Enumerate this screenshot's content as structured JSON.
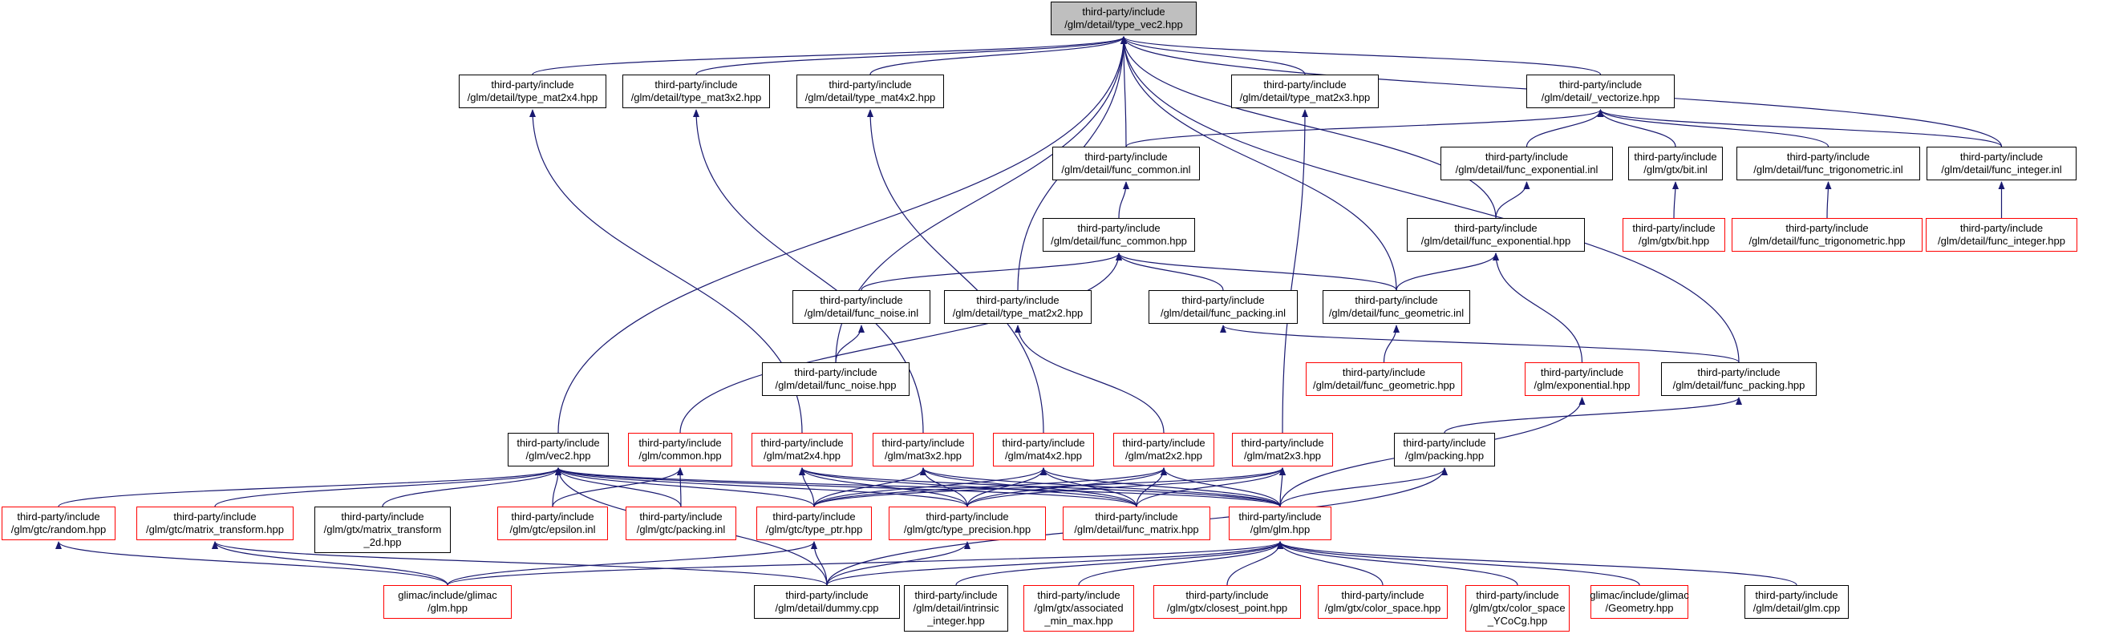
{
  "colors": {
    "edge": "#191970",
    "border_default": "#000000",
    "border_missing": "#ff0000",
    "root_fill": "#bfbfbf"
  },
  "nodes": [
    {
      "id": "root",
      "lines": [
        "third-party/include",
        "/glm/detail/type_vec2.hpp"
      ],
      "style": "gray"
    },
    {
      "id": "m24",
      "lines": [
        "third-party/include",
        "/glm/detail/type_mat2x4.hpp"
      ],
      "style": "black"
    },
    {
      "id": "m32",
      "lines": [
        "third-party/include",
        "/glm/detail/type_mat3x2.hpp"
      ],
      "style": "black"
    },
    {
      "id": "m42",
      "lines": [
        "third-party/include",
        "/glm/detail/type_mat4x2.hpp"
      ],
      "style": "black"
    },
    {
      "id": "m23",
      "lines": [
        "third-party/include",
        "/glm/detail/type_mat2x3.hpp"
      ],
      "style": "black"
    },
    {
      "id": "vect",
      "lines": [
        "third-party/include",
        "/glm/detail/_vectorize.hpp"
      ],
      "style": "black"
    },
    {
      "id": "fcinl",
      "lines": [
        "third-party/include",
        "/glm/detail/func_common.inl"
      ],
      "style": "black"
    },
    {
      "id": "fexpinl",
      "lines": [
        "third-party/include",
        "/glm/detail/func_exponential.inl"
      ],
      "style": "black"
    },
    {
      "id": "gtxbitinl",
      "lines": [
        "third-party/include",
        "/glm/gtx/bit.inl"
      ],
      "style": "black"
    },
    {
      "id": "ftriginl",
      "lines": [
        "third-party/include",
        "/glm/detail/func_trigonometric.inl"
      ],
      "style": "black"
    },
    {
      "id": "fintinl",
      "lines": [
        "third-party/include",
        "/glm/detail/func_integer.inl"
      ],
      "style": "black"
    },
    {
      "id": "fchpp",
      "lines": [
        "third-party/include",
        "/glm/detail/func_common.hpp"
      ],
      "style": "black"
    },
    {
      "id": "fexphpp",
      "lines": [
        "third-party/include",
        "/glm/detail/func_exponential.hpp"
      ],
      "style": "black"
    },
    {
      "id": "gtxbithpp",
      "lines": [
        "third-party/include",
        "/glm/gtx/bit.hpp"
      ],
      "style": "red"
    },
    {
      "id": "ftrighpp",
      "lines": [
        "third-party/include",
        "/glm/detail/func_trigonometric.hpp"
      ],
      "style": "red"
    },
    {
      "id": "finthpp",
      "lines": [
        "third-party/include",
        "/glm/detail/func_integer.hpp"
      ],
      "style": "red"
    },
    {
      "id": "fnoiseinl",
      "lines": [
        "third-party/include",
        "/glm/detail/func_noise.inl"
      ],
      "style": "black"
    },
    {
      "id": "m22",
      "lines": [
        "third-party/include",
        "/glm/detail/type_mat2x2.hpp"
      ],
      "style": "black"
    },
    {
      "id": "fpackinl",
      "lines": [
        "third-party/include",
        "/glm/detail/func_packing.inl"
      ],
      "style": "black"
    },
    {
      "id": "fgeoinl",
      "lines": [
        "third-party/include",
        "/glm/detail/func_geometric.inl"
      ],
      "style": "black"
    },
    {
      "id": "fnoisehpp",
      "lines": [
        "third-party/include",
        "/glm/detail/func_noise.hpp"
      ],
      "style": "black"
    },
    {
      "id": "fgeohpp",
      "lines": [
        "third-party/include",
        "/glm/detail/func_geometric.hpp"
      ],
      "style": "red"
    },
    {
      "id": "exphpp",
      "lines": [
        "third-party/include",
        "/glm/exponential.hpp"
      ],
      "style": "red"
    },
    {
      "id": "fpackhpp",
      "lines": [
        "third-party/include",
        "/glm/detail/func_packing.hpp"
      ],
      "style": "black"
    },
    {
      "id": "vec2",
      "lines": [
        "third-party/include",
        "/glm/vec2.hpp"
      ],
      "style": "black"
    },
    {
      "id": "common",
      "lines": [
        "third-party/include",
        "/glm/common.hpp"
      ],
      "style": "red"
    },
    {
      "id": "mat2x4",
      "lines": [
        "third-party/include",
        "/glm/mat2x4.hpp"
      ],
      "style": "red"
    },
    {
      "id": "mat3x2",
      "lines": [
        "third-party/include",
        "/glm/mat3x2.hpp"
      ],
      "style": "red"
    },
    {
      "id": "mat4x2",
      "lines": [
        "third-party/include",
        "/glm/mat4x2.hpp"
      ],
      "style": "red"
    },
    {
      "id": "mat2x2",
      "lines": [
        "third-party/include",
        "/glm/mat2x2.hpp"
      ],
      "style": "red"
    },
    {
      "id": "mat2x3",
      "lines": [
        "third-party/include",
        "/glm/mat2x3.hpp"
      ],
      "style": "red"
    },
    {
      "id": "packing",
      "lines": [
        "third-party/include",
        "/glm/packing.hpp"
      ],
      "style": "black"
    },
    {
      "id": "random",
      "lines": [
        "third-party/include",
        "/glm/gtc/random.hpp"
      ],
      "style": "red"
    },
    {
      "id": "mtrans",
      "lines": [
        "third-party/include",
        "/glm/gtc/matrix_transform.hpp"
      ],
      "style": "red"
    },
    {
      "id": "mtrans2d",
      "lines": [
        "third-party/include",
        "/glm/gtx/matrix_transform",
        "_2d.hpp"
      ],
      "style": "black"
    },
    {
      "id": "epsilon",
      "lines": [
        "third-party/include",
        "/glm/gtc/epsilon.inl"
      ],
      "style": "red"
    },
    {
      "id": "gtcpack",
      "lines": [
        "third-party/include",
        "/glm/gtc/packing.inl"
      ],
      "style": "red"
    },
    {
      "id": "typeptr",
      "lines": [
        "third-party/include",
        "/glm/gtc/type_ptr.hpp"
      ],
      "style": "red"
    },
    {
      "id": "typeprec",
      "lines": [
        "third-party/include",
        "/glm/gtc/type_precision.hpp"
      ],
      "style": "red"
    },
    {
      "id": "fmatrix",
      "lines": [
        "third-party/include",
        "/glm/detail/func_matrix.hpp"
      ],
      "style": "red"
    },
    {
      "id": "glm",
      "lines": [
        "third-party/include",
        "/glm/glm.hpp"
      ],
      "style": "red"
    },
    {
      "id": "glimacglm",
      "lines": [
        "glimac/include/glimac",
        "/glm.hpp"
      ],
      "style": "red"
    },
    {
      "id": "dummy",
      "lines": [
        "third-party/include",
        "/glm/detail/dummy.cpp"
      ],
      "style": "black"
    },
    {
      "id": "intrinsic",
      "lines": [
        "third-party/include",
        "/glm/detail/intrinsic",
        "_integer.hpp"
      ],
      "style": "black"
    },
    {
      "id": "assoc",
      "lines": [
        "third-party/include",
        "/glm/gtx/associated",
        "_min_max.hpp"
      ],
      "style": "red"
    },
    {
      "id": "closest",
      "lines": [
        "third-party/include",
        "/glm/gtx/closest_point.hpp"
      ],
      "style": "red"
    },
    {
      "id": "colorspace",
      "lines": [
        "third-party/include",
        "/glm/gtx/color_space.hpp"
      ],
      "style": "red"
    },
    {
      "id": "ycocg",
      "lines": [
        "third-party/include",
        "/glm/gtx/color_space",
        "_YCoCg.hpp"
      ],
      "style": "red"
    },
    {
      "id": "geometry",
      "lines": [
        "glimac/include/glimac",
        "/Geometry.hpp"
      ],
      "style": "red"
    },
    {
      "id": "glmcpp",
      "lines": [
        "third-party/include",
        "/glm/detail/glm.cpp"
      ],
      "style": "black"
    }
  ],
  "edges": [
    [
      "m24",
      "root"
    ],
    [
      "m32",
      "root"
    ],
    [
      "m42",
      "root"
    ],
    [
      "m23",
      "root"
    ],
    [
      "vect",
      "root"
    ],
    [
      "fcinl",
      "root"
    ],
    [
      "fintinl",
      "root"
    ],
    [
      "fexphpp",
      "root"
    ],
    [
      "fgeoinl",
      "root"
    ],
    [
      "m22",
      "root"
    ],
    [
      "fnoisehpp",
      "root"
    ],
    [
      "vec2",
      "root"
    ],
    [
      "fpackhpp",
      "root"
    ],
    [
      "fcinl",
      "vect"
    ],
    [
      "fexpinl",
      "vect"
    ],
    [
      "gtxbitinl",
      "vect"
    ],
    [
      "ftriginl",
      "vect"
    ],
    [
      "fintinl",
      "vect"
    ],
    [
      "fchpp",
      "fcinl"
    ],
    [
      "fexphpp",
      "fexpinl"
    ],
    [
      "gtxbithpp",
      "gtxbitinl"
    ],
    [
      "ftrighpp",
      "ftriginl"
    ],
    [
      "finthpp",
      "fintinl"
    ],
    [
      "fnoiseinl",
      "fchpp"
    ],
    [
      "fpackinl",
      "fchpp"
    ],
    [
      "fgeoinl",
      "fchpp"
    ],
    [
      "common",
      "fchpp"
    ],
    [
      "fgeoinl",
      "fexphpp"
    ],
    [
      "exphpp",
      "fexphpp"
    ],
    [
      "fnoisehpp",
      "fnoiseinl"
    ],
    [
      "fgeohpp",
      "fgeoinl"
    ],
    [
      "fpackhpp",
      "fpackinl"
    ],
    [
      "mat2x2",
      "m22"
    ],
    [
      "mat2x4",
      "m24"
    ],
    [
      "mat3x2",
      "m32"
    ],
    [
      "mat4x2",
      "m42"
    ],
    [
      "mat2x3",
      "m23"
    ],
    [
      "glm",
      "exphpp"
    ],
    [
      "packing",
      "fpackhpp"
    ],
    [
      "random",
      "vec2"
    ],
    [
      "mtrans",
      "vec2"
    ],
    [
      "mtrans2d",
      "vec2"
    ],
    [
      "epsilon",
      "vec2"
    ],
    [
      "gtcpack",
      "vec2"
    ],
    [
      "typeptr",
      "vec2"
    ],
    [
      "typeprec",
      "vec2"
    ],
    [
      "fmatrix",
      "vec2"
    ],
    [
      "glm",
      "vec2"
    ],
    [
      "dummy",
      "vec2"
    ],
    [
      "epsilon",
      "common"
    ],
    [
      "gtcpack",
      "common"
    ],
    [
      "typeptr",
      "mat2x4"
    ],
    [
      "typeprec",
      "mat2x4"
    ],
    [
      "fmatrix",
      "mat2x4"
    ],
    [
      "glm",
      "mat2x4"
    ],
    [
      "typeptr",
      "mat3x2"
    ],
    [
      "typeprec",
      "mat3x2"
    ],
    [
      "fmatrix",
      "mat3x2"
    ],
    [
      "glm",
      "mat3x2"
    ],
    [
      "typeptr",
      "mat4x2"
    ],
    [
      "typeprec",
      "mat4x2"
    ],
    [
      "fmatrix",
      "mat4x2"
    ],
    [
      "glm",
      "mat4x2"
    ],
    [
      "typeptr",
      "mat2x2"
    ],
    [
      "typeprec",
      "mat2x2"
    ],
    [
      "fmatrix",
      "mat2x2"
    ],
    [
      "glm",
      "mat2x2"
    ],
    [
      "typeptr",
      "mat2x3"
    ],
    [
      "typeprec",
      "mat2x3"
    ],
    [
      "fmatrix",
      "mat2x3"
    ],
    [
      "glm",
      "mat2x3"
    ],
    [
      "glm",
      "packing"
    ],
    [
      "dummy",
      "packing"
    ],
    [
      "glimacglm",
      "random"
    ],
    [
      "glimacglm",
      "mtrans"
    ],
    [
      "dummy",
      "mtrans"
    ],
    [
      "glimacglm",
      "typeptr"
    ],
    [
      "dummy",
      "typeptr"
    ],
    [
      "dummy",
      "typeprec"
    ],
    [
      "dummy",
      "glm"
    ],
    [
      "intrinsic",
      "glm"
    ],
    [
      "assoc",
      "glm"
    ],
    [
      "closest",
      "glm"
    ],
    [
      "colorspace",
      "glm"
    ],
    [
      "ycocg",
      "glm"
    ],
    [
      "geometry",
      "glm"
    ],
    [
      "glmcpp",
      "glm"
    ],
    [
      "glimacglm",
      "glm"
    ]
  ]
}
